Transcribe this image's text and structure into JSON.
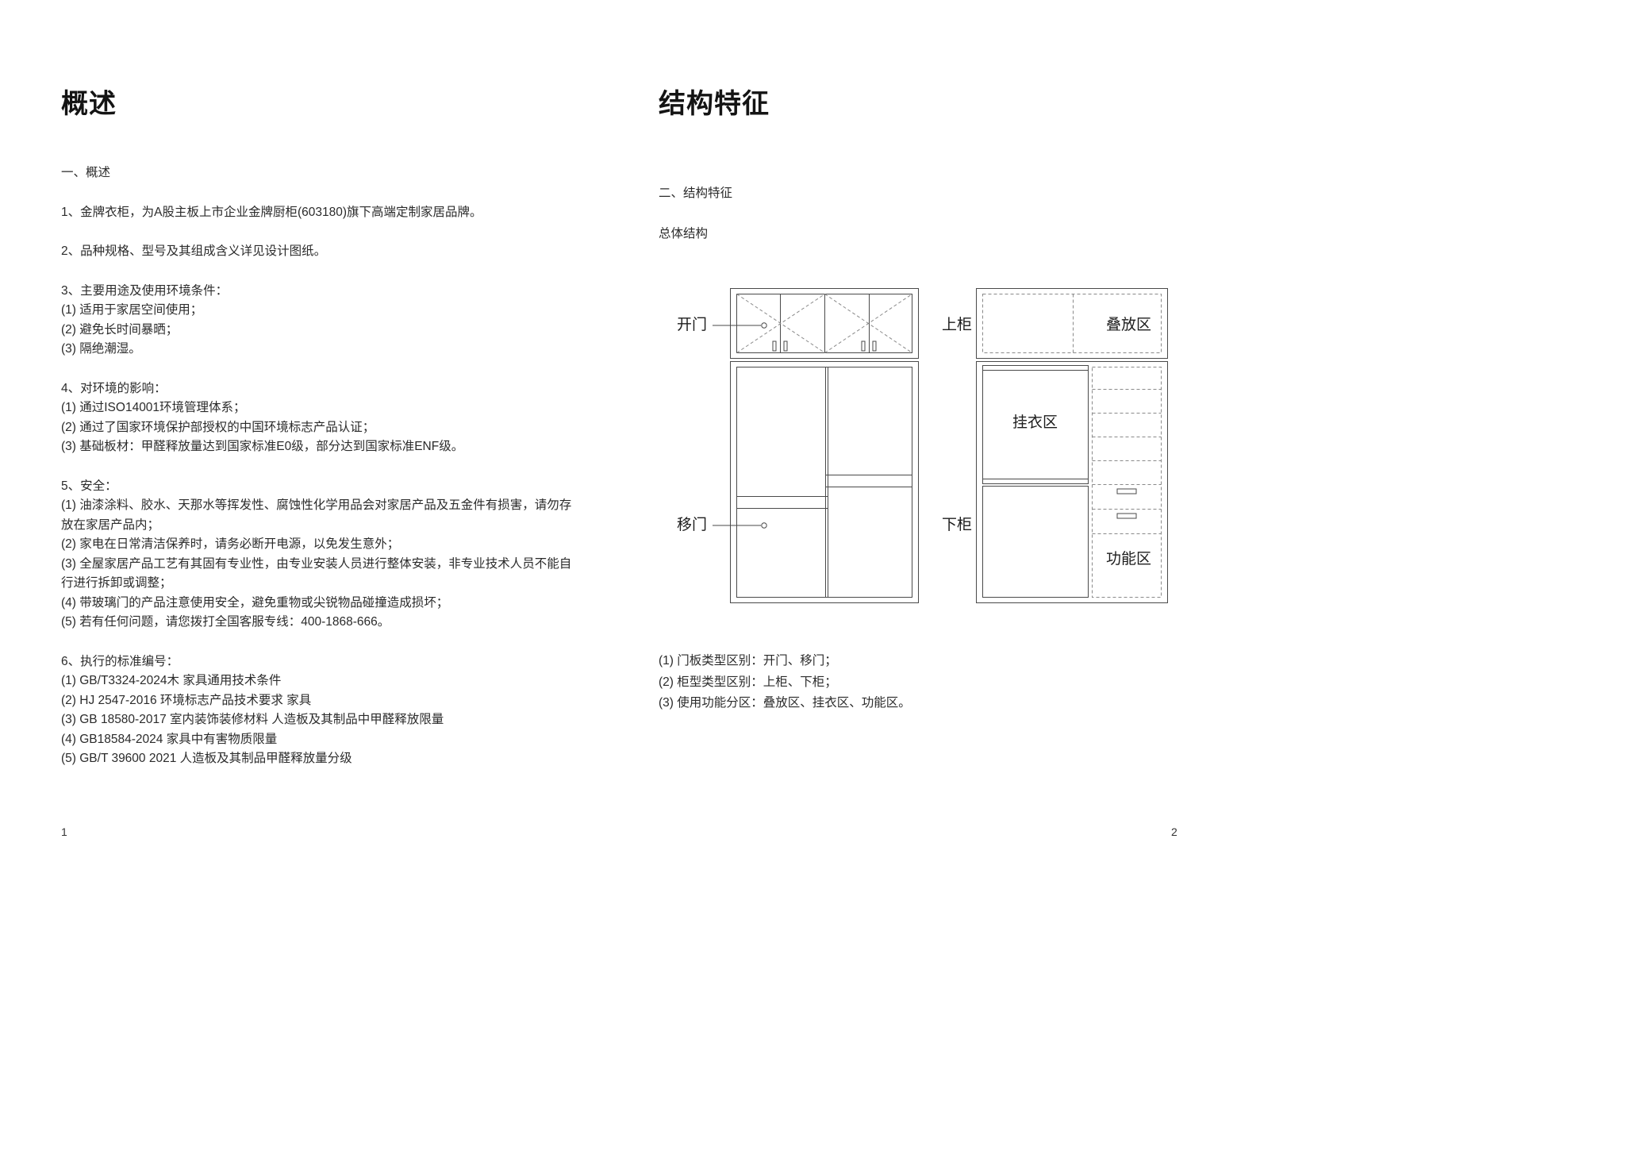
{
  "doc": {
    "left_page": {
      "title": "概述",
      "blocks": [
        {
          "lines": [
            "一、概述"
          ]
        },
        {
          "lines": [
            "1、金牌衣柜，为A股主板上市企业金牌厨柜(603180)旗下高端定制家居品牌。"
          ]
        },
        {
          "lines": [
            "2、品种规格、型号及其组成含义详见设计图纸。"
          ]
        },
        {
          "lines": [
            "3、主要用途及使用环境条件：",
            "(1) 适用于家居空间使用；",
            "(2) 避免长时间暴晒；",
            "(3) 隔绝潮湿。"
          ]
        },
        {
          "lines": [
            "4、对环境的影响：",
            "(1) 通过ISO14001环境管理体系；",
            "(2) 通过了国家环境保护部授权的中国环境标志产品认证；",
            "(3) 基础板材：甲醛释放量达到国家标准E0级，部分达到国家标准ENF级。"
          ]
        },
        {
          "lines": [
            "5、安全：",
            "(1) 油漆涂料、胶水、天那水等挥发性、腐蚀性化学用品会对家居产品及五金件有损害，请勿存放在家居产品内；",
            "(2) 家电在日常清洁保养时，请务必断开电源，以免发生意外；",
            "(3) 全屋家居产品工艺有其固有专业性，由专业安装人员进行整体安装，非专业技术人员不能自行进行拆卸或调整；",
            "(4) 带玻璃门的产品注意使用安全，避免重物或尖锐物品碰撞造成损坏；",
            "(5) 若有任何问题，请您拨打全国客服专线：400-1868-666。"
          ]
        },
        {
          "lines": [
            "6、执行的标准编号：",
            "(1) GB/T3324-2024木 家具通用技术条件",
            "(2) HJ 2547-2016 环境标志产品技术要求 家具",
            "(3) GB 18580-2017 室内装饰装修材料 人造板及其制品中甲醛释放限量",
            "(4) GB18584-2024 家具中有害物质限量",
            "(5) GB/T 39600 2021 人造板及其制品甲醛释放量分级"
          ]
        }
      ],
      "page_number": "1"
    },
    "right_page": {
      "title": "结构特征",
      "section": "二、结构特征",
      "subsection": "总体结构",
      "labels": {
        "open_door": "开门",
        "sliding_door": "移门",
        "upper_cabinet": "上柜",
        "lower_cabinet": "下柜",
        "stack_zone": "叠放区",
        "hang_zone": "挂衣区",
        "function_zone": "功能区"
      },
      "notes": [
        "(1) 门板类型区别：开门、移门；",
        "(2) 柜型类型区别：上柜、下柜；",
        "(3) 使用功能分区：叠放区、挂衣区、功能区。"
      ],
      "page_number": "2"
    }
  }
}
